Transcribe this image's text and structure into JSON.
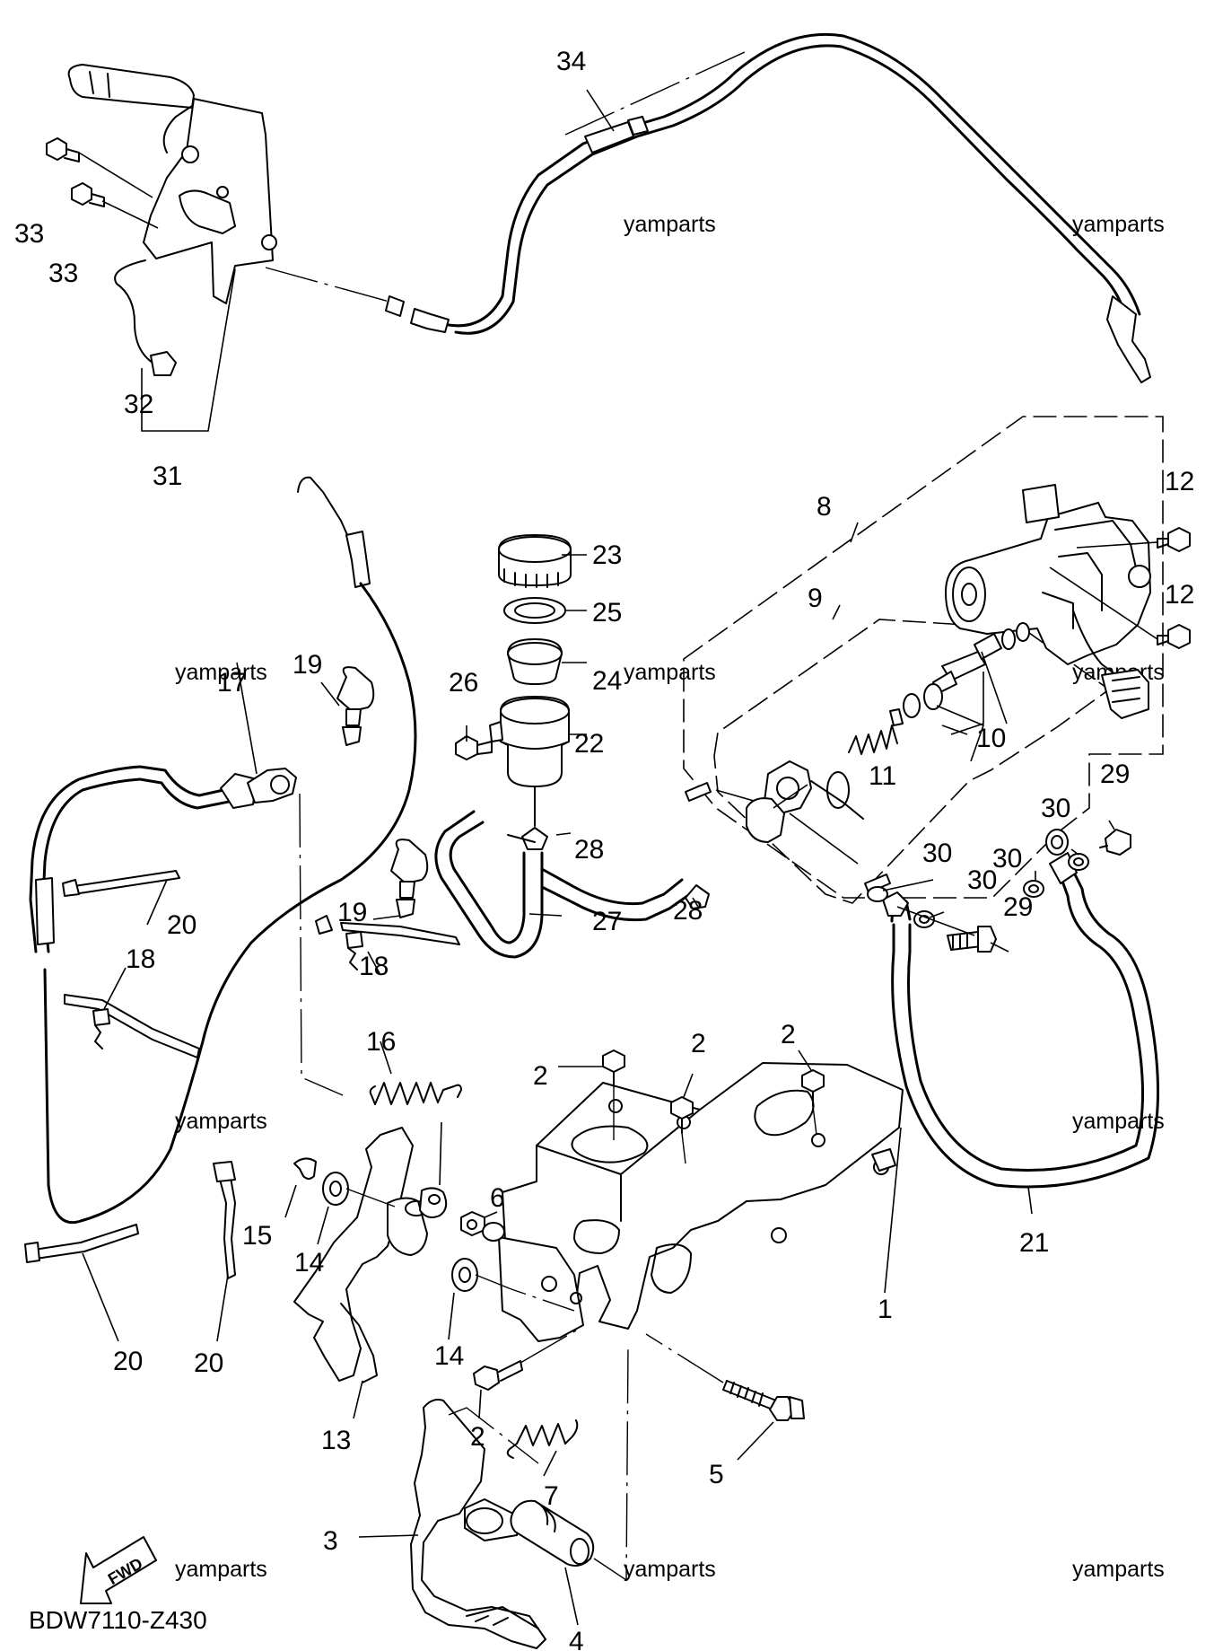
{
  "diagram": {
    "code": "BDW7110-Z430",
    "watermark": "yamparts",
    "fwd_label": "FWD",
    "labels": {
      "l1": "1",
      "l2a": "2",
      "l2b": "2",
      "l2c": "2",
      "l2d": "2",
      "l3": "3",
      "l4": "4",
      "l5": "5",
      "l6": "6",
      "l7": "7",
      "l8": "8",
      "l9": "9",
      "l10": "10",
      "l11": "11",
      "l12a": "12",
      "l12b": "12",
      "l13": "13",
      "l14a": "14",
      "l14b": "14",
      "l15": "15",
      "l16": "16",
      "l17": "17",
      "l18a": "18",
      "l18b": "18",
      "l19a": "19",
      "l19b": "19",
      "l20a": "20",
      "l20b": "20",
      "l20c": "20",
      "l21": "21",
      "l22": "22",
      "l23": "23",
      "l24": "24",
      "l25": "25",
      "l26": "26",
      "l27": "27",
      "l28a": "28",
      "l28b": "28",
      "l29a": "29",
      "l29b": "29",
      "l30a": "30",
      "l30b": "30",
      "l30c": "30",
      "l30d": "30",
      "l31": "31",
      "l32": "32",
      "l33a": "33",
      "l33b": "33",
      "l34": "34"
    }
  }
}
